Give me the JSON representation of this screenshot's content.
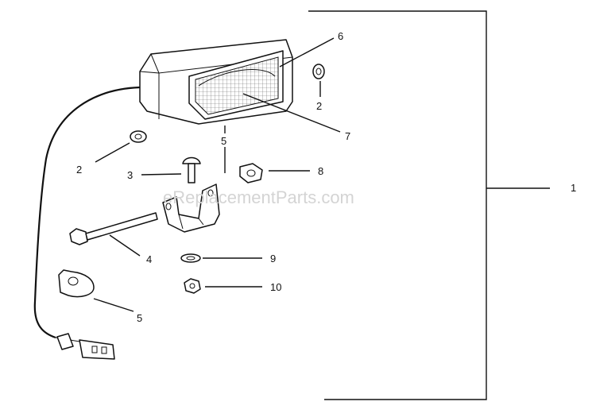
{
  "watermark": "eReplacementParts.com",
  "labels": {
    "l1": "1",
    "l2a": "2",
    "l2b": "2",
    "l3": "3",
    "l4": "4",
    "l5a": "5",
    "l5b": "5",
    "l6": "6",
    "l7": "7",
    "l8": "8",
    "l9": "9",
    "l10": "10"
  }
}
